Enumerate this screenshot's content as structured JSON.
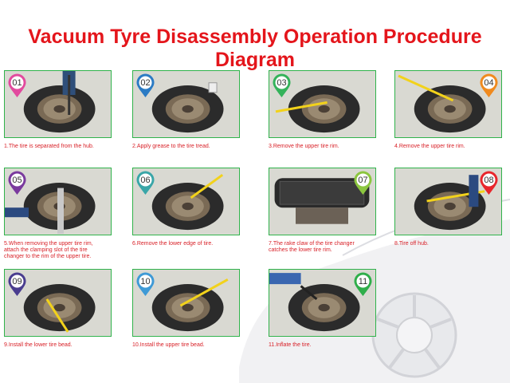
{
  "title": "Vacuum Tyre Disassembly Operation Procedure Diagram",
  "colors": {
    "title": "#e4151b",
    "caption": "#d81f26",
    "frame": "#2fb24a"
  },
  "steps": [
    {
      "num": "01",
      "caption": "1.The tire is separated from the hub.",
      "color": "#e24a9e"
    },
    {
      "num": "02",
      "caption": "2.Apply grease to the tire tread.",
      "color": "#2b7bc4"
    },
    {
      "num": "03",
      "caption": "3.Remove the upper tire rim.",
      "color": "#34b25a"
    },
    {
      "num": "04",
      "caption": "4.Remove the upper tire rim.",
      "color": "#f08a1e"
    },
    {
      "num": "05",
      "caption": "5.When removing the upper tire rim,\nattach the clamping slot of the tire\nchanger to the rim of the upper tire.",
      "color": "#7a3a9e"
    },
    {
      "num": "06",
      "caption": "6.Remove the lower edge of tire.",
      "color": "#3aa6a8"
    },
    {
      "num": "07",
      "caption": "7.The rake claw of the tire changer\ncatches the lower tire rim.",
      "color": "#8cc63f"
    },
    {
      "num": "08",
      "caption": "8.Tire off hub.",
      "color": "#e8262c"
    },
    {
      "num": "09",
      "caption": "9.Install the lower tire bead.",
      "color": "#4a3d8f"
    },
    {
      "num": "10",
      "caption": "10.Install the upper tire bead.",
      "color": "#3f9ad6"
    },
    {
      "num": "11",
      "caption": "11.Inflate the tire.",
      "color": "#2fae4a"
    }
  ]
}
